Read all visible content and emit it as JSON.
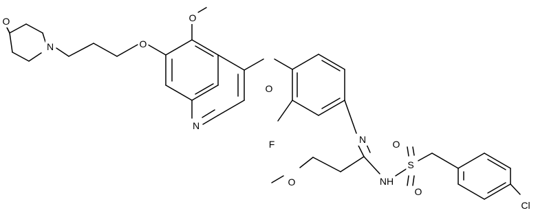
{
  "atoms": {
    "o_morpholine": "O",
    "n_morpholine": "N",
    "o_ether_chain": "O",
    "o_methoxy_top": "O",
    "n_quinoline": "N",
    "o_aryl_ether": "O",
    "f_fluoro": "F",
    "n_imine": "N",
    "o_methoxy_side": "O",
    "nh_amide": "NH",
    "s_sulfonyl": "S",
    "o_sulfonyl_left": "O",
    "o_sulfonyl_right": "O",
    "cl_chloro": "Cl"
  }
}
